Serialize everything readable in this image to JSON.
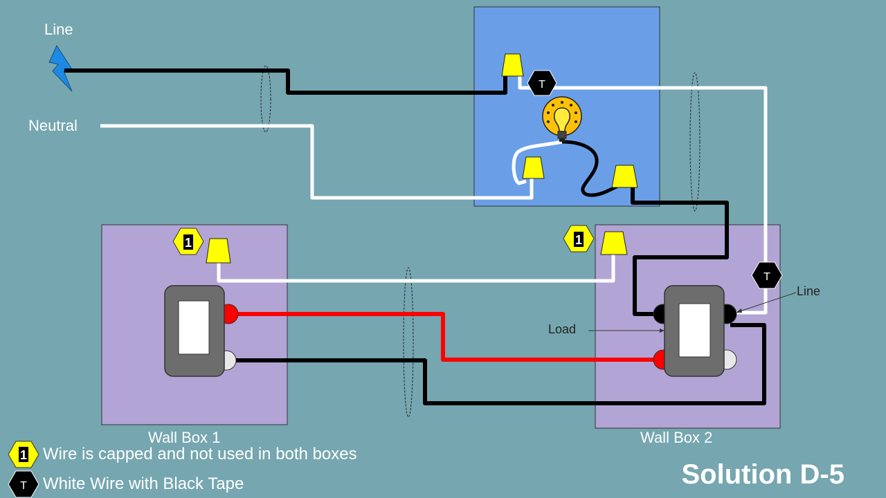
{
  "labels": {
    "line": "Line",
    "neutral": "Neutral",
    "line_terminal": "Line",
    "load_terminal": "Load",
    "wall_box_1": "Wall Box 1",
    "wall_box_2": "Wall Box 2"
  },
  "badges": {
    "capped": "1",
    "tape": "T"
  },
  "legend": [
    {
      "badge": "1",
      "text": "Wire is capped and not used in both boxes"
    },
    {
      "badge": "T",
      "text": "White Wire with Black Tape"
    }
  ],
  "title": "Solution D-5",
  "colors": {
    "background": "#76a6b0",
    "fixture_box": "#6a9fe8",
    "wall_box": "#b2a5d5",
    "wire_hot": "#000000",
    "wire_neutral": "#ffffff",
    "wire_traveler": "#ff0000",
    "wire_nut": "#ffff00",
    "capped_badge": "#ffff00",
    "tape_badge": "#000000"
  },
  "icons": [
    "lightning-bolt-icon",
    "light-bulb-icon",
    "wire-nut-icon",
    "switch-icon"
  ]
}
